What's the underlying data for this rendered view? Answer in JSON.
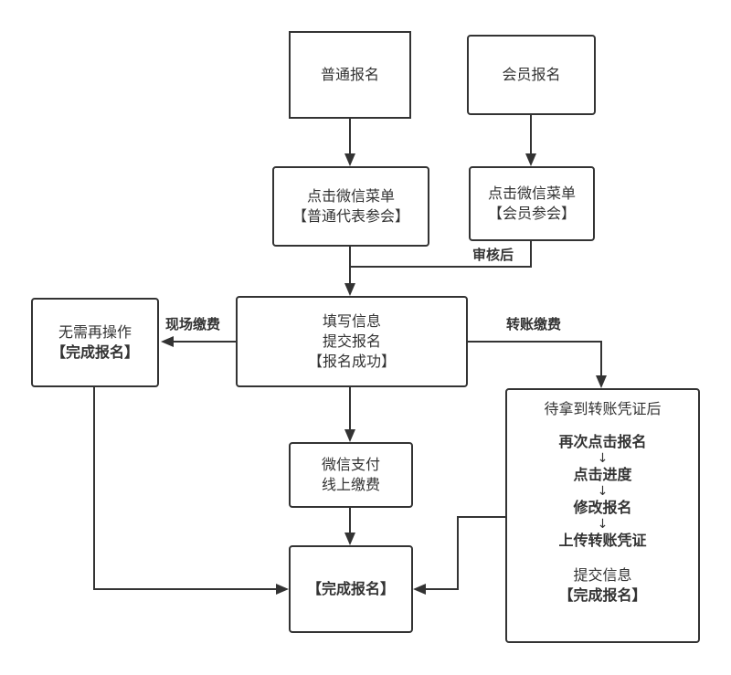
{
  "nodes": {
    "normal": {
      "text": "普通报名"
    },
    "member": {
      "text": "会员报名"
    },
    "click_normal": {
      "line1": "点击微信菜单",
      "line2": "【普通代表参会】"
    },
    "click_member": {
      "line1": "点击微信菜单",
      "line2": "【会员参会】"
    },
    "fill": {
      "line1": "填写信息",
      "line2": "提交报名",
      "line3": "【报名成功】"
    },
    "no_action": {
      "line1": "无需再操作",
      "line2": "【完成报名】"
    },
    "wechat_pay": {
      "line1": "微信支付",
      "line2": "线上缴费"
    },
    "complete": {
      "text": "【完成报名】"
    },
    "transfer": {
      "header": "待拿到转账凭证后",
      "steps": [
        "再次点击报名",
        "点击进度",
        "修改报名",
        "上传转账凭证"
      ],
      "step_arrow": "↓",
      "footer1": "提交信息",
      "footer2": "【完成报名】"
    }
  },
  "edges": {
    "after_review": "审核后",
    "onsite_pay": "现场缴费",
    "transfer_pay": "转账缴费"
  }
}
